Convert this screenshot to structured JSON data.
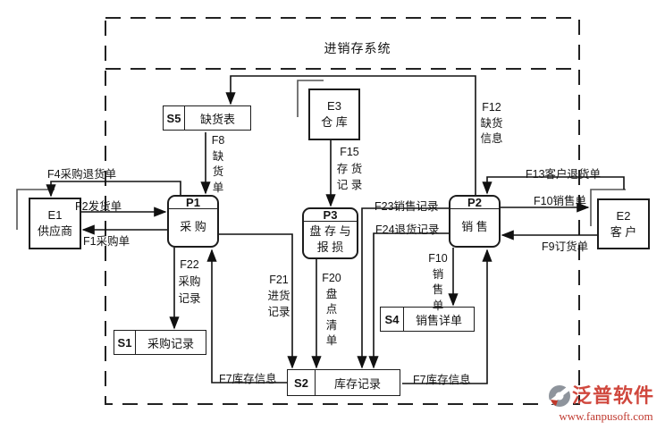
{
  "title": "进销存系统",
  "nodes": {
    "e1": {
      "id": "E1",
      "label": "供应商"
    },
    "e2": {
      "id": "E2",
      "label": "客 户"
    },
    "e3": {
      "id": "E3",
      "label": "仓 库"
    },
    "p1": {
      "id": "P1",
      "label": "采 购"
    },
    "p2": {
      "id": "P2",
      "label": "销 售"
    },
    "p3": {
      "id": "P3",
      "label_line1": "盘 存 与",
      "label_line2": "报 损"
    },
    "s1": {
      "id": "S1",
      "label": "采购记录"
    },
    "s2": {
      "id": "S2",
      "label": "库存记录"
    },
    "s4": {
      "id": "S4",
      "label": "销售详单"
    },
    "s5": {
      "id": "S5",
      "label": "缺货表"
    }
  },
  "flows": {
    "f1": {
      "label": "F1采购单"
    },
    "f2": {
      "label": "F2发货单"
    },
    "f4": {
      "label": "F4采购退货单"
    },
    "f8": {
      "id": "F8",
      "chars": [
        "缺",
        "货",
        "单"
      ]
    },
    "f9": {
      "label": "F9订货单"
    },
    "f10_to_store": {
      "id": "F10",
      "chars": [
        "销",
        "售",
        "单"
      ]
    },
    "f10_to_customer": {
      "label": "F10销售单"
    },
    "f12": {
      "id": "F12",
      "line1": "缺货",
      "line2": "信息"
    },
    "f13": {
      "label": "F13客户退货单"
    },
    "f15": {
      "id": "F15",
      "line1": "存 货",
      "line2": "记 录"
    },
    "f20": {
      "id": "F20",
      "chars": [
        "盘",
        "点",
        "清",
        "单"
      ]
    },
    "f21": {
      "id": "F21",
      "line1": "进货",
      "line2": "记录"
    },
    "f22": {
      "id": "F22",
      "line1": "采购",
      "line2": "记录"
    },
    "f23": {
      "label": "F23销售记录"
    },
    "f24": {
      "label": "F24退货记录"
    },
    "f7_left": {
      "label": "F7库存信息"
    },
    "f7_right": {
      "label": "F7库存信息"
    }
  },
  "logo": {
    "brand": "泛普软件",
    "url": "www.fanpusoft.com"
  },
  "colors": {
    "line": "#111111",
    "brand_red": "#d0483e",
    "url_red": "#c03a30"
  }
}
